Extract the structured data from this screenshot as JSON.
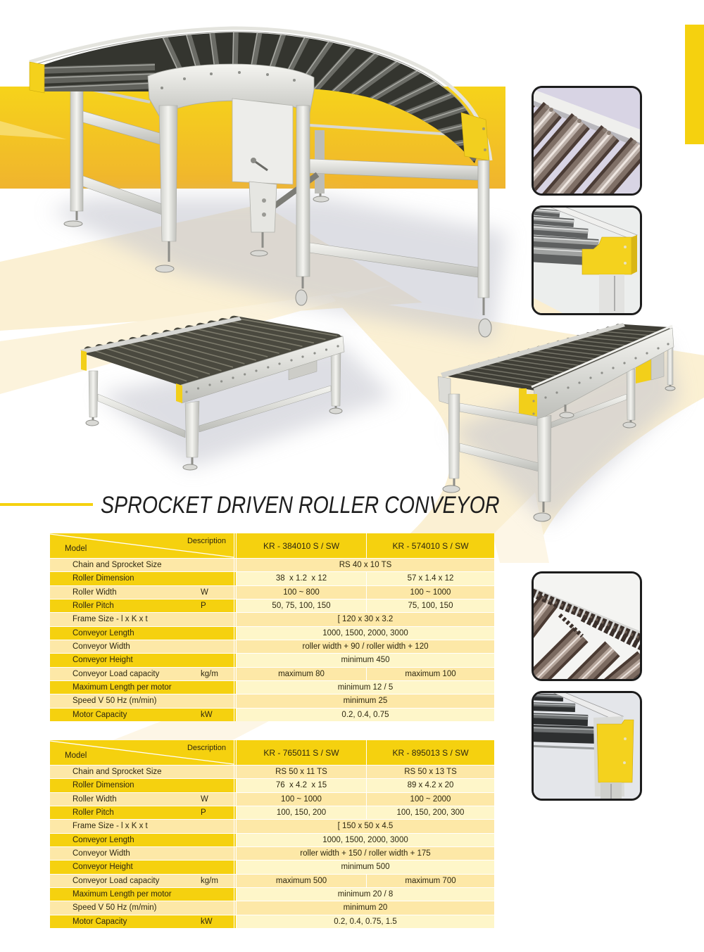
{
  "page": {
    "title": "SPROCKET DRIVEN ROLLER CONVEYOR"
  },
  "theme": {
    "accent_yellow": "#F5D10F",
    "band_top": "#F6D31A",
    "band_bottom": "#F0B42E",
    "row_light": "#FDE8A7",
    "row_value_pale": "#FEF6C9",
    "background_beige": "#FBF0D3",
    "text_dark": "#2D2710",
    "thumbnail_border": "#1C1C1C"
  },
  "illustrations": [
    "curved-roller-conveyor",
    "short-roller-conveyor",
    "long-roller-conveyor",
    "detail-sprocket-rollers",
    "detail-frame-end-plate",
    "detail-chain-drive",
    "detail-roller-end-plate"
  ],
  "tables": [
    {
      "header": {
        "description_label": "Description",
        "model_label": "Model",
        "models": [
          "KR - 384010 S / SW",
          "KR - 574010 S / SW"
        ]
      },
      "rows": [
        {
          "label": "Chain and Sprocket Size",
          "values": [
            "RS 40 x 10 TS"
          ]
        },
        {
          "label": "Roller Dimension",
          "values": [
            "38  x 1.2  x 12",
            "57 x 1.4 x 12"
          ]
        },
        {
          "label": "Roller Width",
          "unit": "W",
          "values": [
            "100 ~ 800",
            "100 ~ 1000"
          ]
        },
        {
          "label": "Roller Pitch",
          "unit": "P",
          "values": [
            "50, 75, 100, 150",
            "75, 100, 150"
          ]
        },
        {
          "label": "Frame Size - l x K x t",
          "values": [
            "[ 120 x 30 x 3.2"
          ]
        },
        {
          "label": "Conveyor Length",
          "values": [
            "1000, 1500, 2000, 3000"
          ]
        },
        {
          "label": "Conveyor Width",
          "values": [
            "roller width + 90 / roller width + 120"
          ]
        },
        {
          "label": "Conveyor Height",
          "values": [
            "minimum 450"
          ]
        },
        {
          "label": "Conveyor Load capacity",
          "unit": "kg/m",
          "values": [
            "maximum 80",
            "maximum 100"
          ]
        },
        {
          "label": "Maximum Length per motor",
          "values": [
            "minimum 12 / 5"
          ]
        },
        {
          "label": "Speed V 50 Hz (m/min)",
          "values": [
            "minimum 25"
          ]
        },
        {
          "label": "Motor Capacity",
          "unit": "kW",
          "values": [
            "0.2, 0.4, 0.75"
          ]
        }
      ]
    },
    {
      "header": {
        "description_label": "Description",
        "model_label": "Model",
        "models": [
          "KR - 765011 S / SW",
          "KR - 895013 S / SW"
        ]
      },
      "rows": [
        {
          "label": "Chain and Sprocket Size",
          "values": [
            "RS 50 x 11 TS",
            "RS 50 x 13 TS"
          ]
        },
        {
          "label": "Roller Dimension",
          "values": [
            "76  x 4.2  x 15",
            "89 x 4.2 x 20"
          ]
        },
        {
          "label": "Roller Width",
          "unit": "W",
          "values": [
            "100 ~ 1000",
            "100 ~ 2000"
          ]
        },
        {
          "label": "Roller Pitch",
          "unit": "P",
          "values": [
            "100, 150, 200",
            "100, 150, 200, 300"
          ]
        },
        {
          "label": "Frame Size - l x K x t",
          "values": [
            "[ 150 x 50 x 4.5"
          ]
        },
        {
          "label": "Conveyor Length",
          "values": [
            "1000, 1500, 2000, 3000"
          ]
        },
        {
          "label": "Conveyor Width",
          "values": [
            "roller width + 150 / roller width + 175"
          ]
        },
        {
          "label": "Conveyor Height",
          "values": [
            "minimum 500"
          ]
        },
        {
          "label": "Conveyor Load capacity",
          "unit": "kg/m",
          "values": [
            "maximum 500",
            "maximum 700"
          ]
        },
        {
          "label": "Maximum Length per motor",
          "values": [
            "minimum 20 / 8"
          ]
        },
        {
          "label": "Speed V 50 Hz (m/min)",
          "values": [
            "minimum 20"
          ]
        },
        {
          "label": "Motor Capacity",
          "unit": "kW",
          "values": [
            "0.2, 0.4, 0.75, 1.5"
          ]
        }
      ]
    }
  ]
}
